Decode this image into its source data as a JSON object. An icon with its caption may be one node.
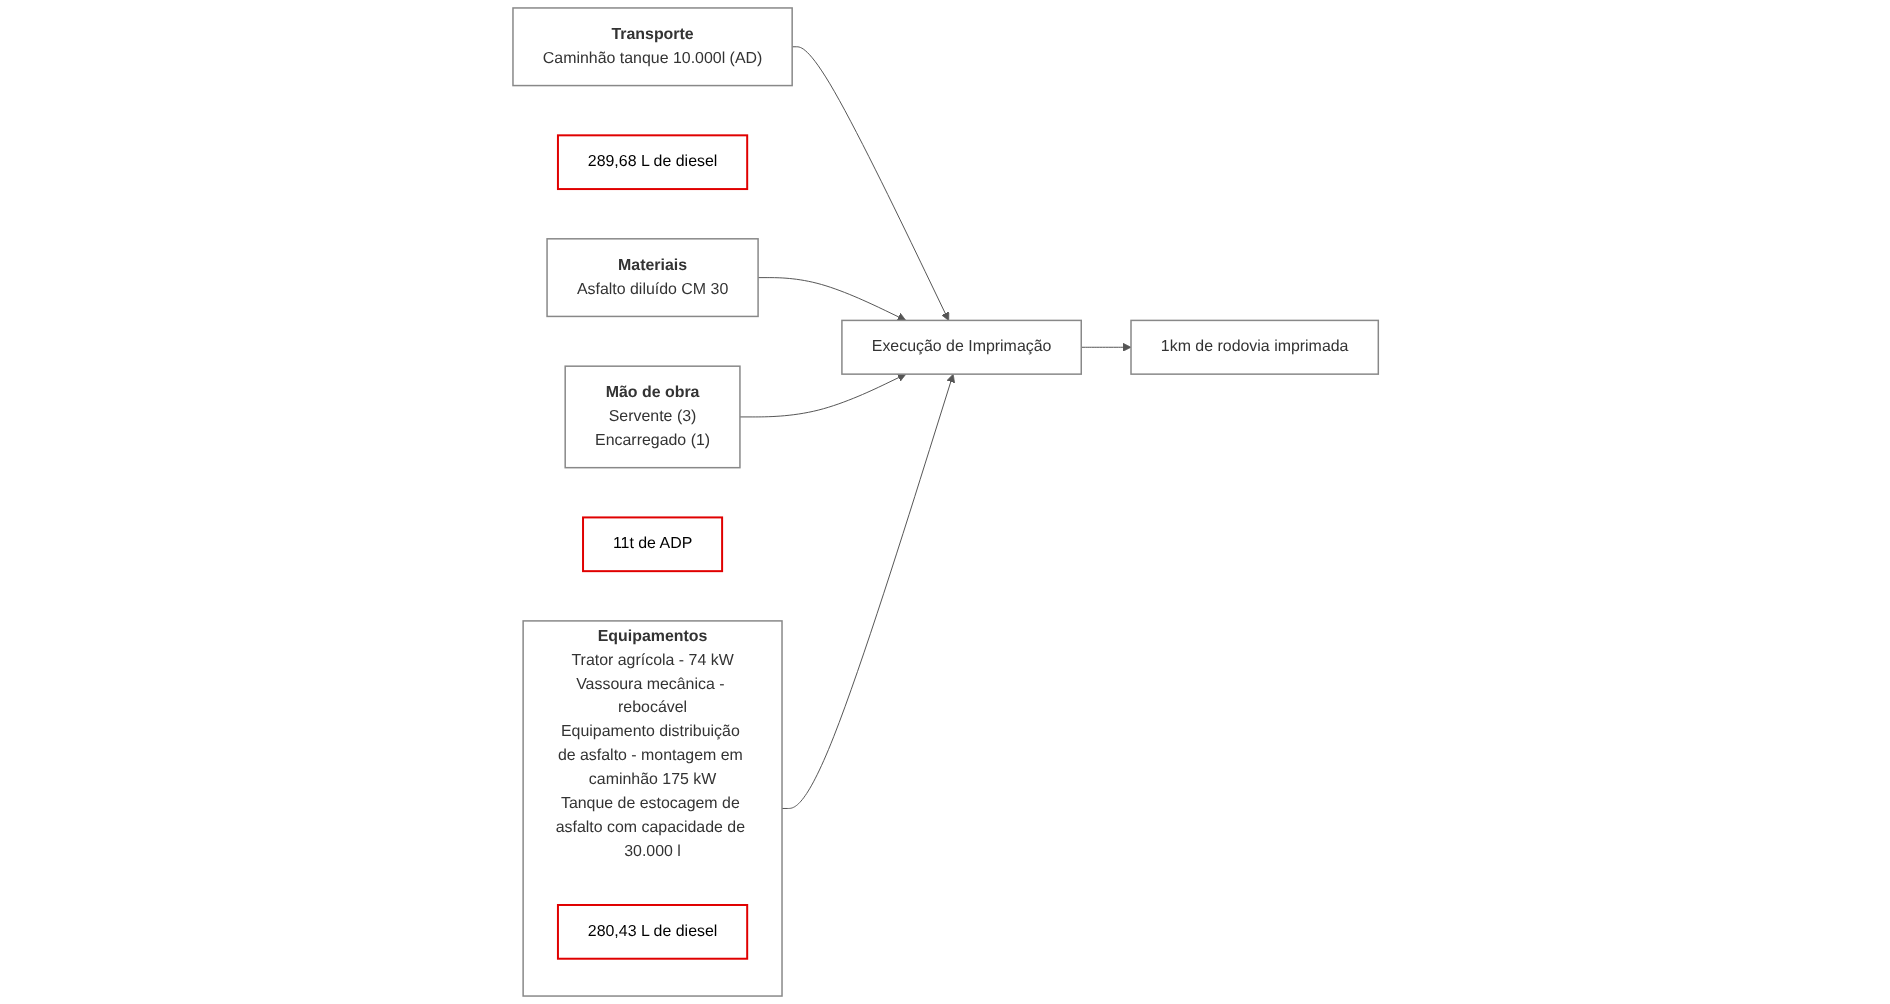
{
  "diagram": {
    "nodes": [
      {
        "text": [
          "Equipamentos",
          "Trator agrícola - 74 kW",
          "Vassoura mecânica - rebocável",
          "Equipamento distribuição de asfalto - montagem em caminhão 175 kW",
          "Tanque de estocagem de asfalto com capacidade de 30.000 l"
        ]
      },
      {
        "text": [
          "280,43 L de diesel"
        ],
        "in": 0
      },
      {
        "text": [
          "289,68 L de diesel"
        ]
      },
      {
        "text": [
          "Transporte",
          "Caminhão tanque 10.000l (AD)"
        ]
      },
      {
        "text": [
          "Execução de Imprimação"
        ]
      },
      {
        "text": [
          "1km de rodovia imprimada"
        ]
      },
      {
        "text": [
          "Materiais",
          "Asfalto diluído CM 30"
        ]
      },
      {
        "text": [
          "11t de ADP"
        ]
      },
      {
        "text": [
          "Mão de obra",
          "Servente (3)",
          "Encarregado (1)"
        ]
      }
    ],
    "edges": [
      {
        "from": 0,
        "to": 4,
        "arrow": "to"
      },
      {
        "from": 3,
        "to": 4,
        "arrow": "to"
      },
      {
        "from": 6,
        "to": 4,
        "arrow": "to"
      },
      {
        "from": 4,
        "to": 5,
        "arrow": "to"
      },
      {
        "from": 8,
        "to": 4,
        "arrow": "to"
      }
    ]
  }
}
